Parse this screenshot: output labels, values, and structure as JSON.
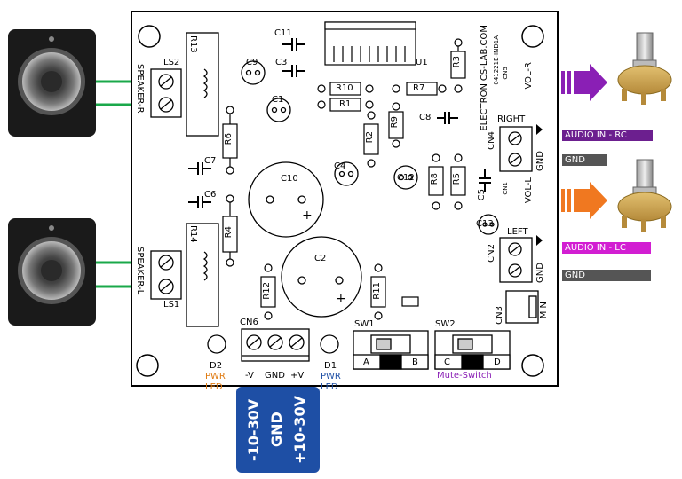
{
  "colors": {
    "board": "#ffffff",
    "outline": "#000000",
    "speaker_wire": "#1aa84a",
    "arrow_right": "#8a1fb5",
    "arrow_left": "#f07820",
    "audio_tag": "#c81ec8",
    "audio_tag_rc": "#6c1f8f",
    "gnd_tag": "#555555",
    "power_box": "#1e4fa5",
    "led_left_text": "#e07a10",
    "led_right_text": "#1e4fa5",
    "mute_text": "#8a1fb5"
  },
  "board": {
    "title": "ELECTRONICS-LAB.COM",
    "code": "041221E-IND1A"
  },
  "components": {
    "U1": "U1",
    "C11": "C11",
    "C3": "C3",
    "C9": "C9",
    "C1": "C1",
    "R10": "R10",
    "R1": "R1",
    "R7": "R7",
    "R3": "R3",
    "R9": "R9",
    "C8": "C8",
    "R2": "R2",
    "R6": "R6",
    "C7": "C7",
    "C6": "C6",
    "C10": "C10",
    "C4": "C4",
    "C12": "C12",
    "R8": "R8",
    "R5": "R5",
    "C5": "C5",
    "C13": "C13",
    "R4": "R4",
    "C2": "C2",
    "R12": "R12",
    "R11": "R11",
    "R13": "R13",
    "R14": "R14",
    "LS2": "LS2",
    "LS1": "LS1",
    "speaker_r": "SPEAKER-R",
    "speaker_l": "SPEAKER-L",
    "CN5": "CN5",
    "VOL_R": "VOL-R",
    "CN1": "CN1",
    "VOL_L": "VOL-L",
    "CN4": "CN4",
    "CN2": "CN2",
    "CN3": "CN3",
    "CN6": "CN6",
    "right": "RIGHT",
    "left": "LEFT",
    "gnd_vert": "GND",
    "mn": "M N",
    "SW1": "SW1",
    "SW2": "SW2",
    "A": "A",
    "B": "B",
    "C": "C",
    "D": "D",
    "D1": "D1",
    "D2": "D2",
    "minus_v": "-V",
    "gnd": "GND",
    "plus_v": "+V",
    "plus": "+"
  },
  "labels": {
    "pwr_led_left_1": "PWR",
    "pwr_led_left_2": "LED",
    "pwr_led_right_1": "PWR",
    "pwr_led_right_2": "LED",
    "mute_switch": "Mute-Switch",
    "audio_in_rc": "AUDIO IN - RC",
    "audio_in_lc": "AUDIO IN - LC",
    "gnd_top": "GND",
    "gnd_bottom": "GND"
  },
  "power_box": {
    "line1": "-10-30V",
    "line2": "GND",
    "line3": "+10-30V"
  }
}
